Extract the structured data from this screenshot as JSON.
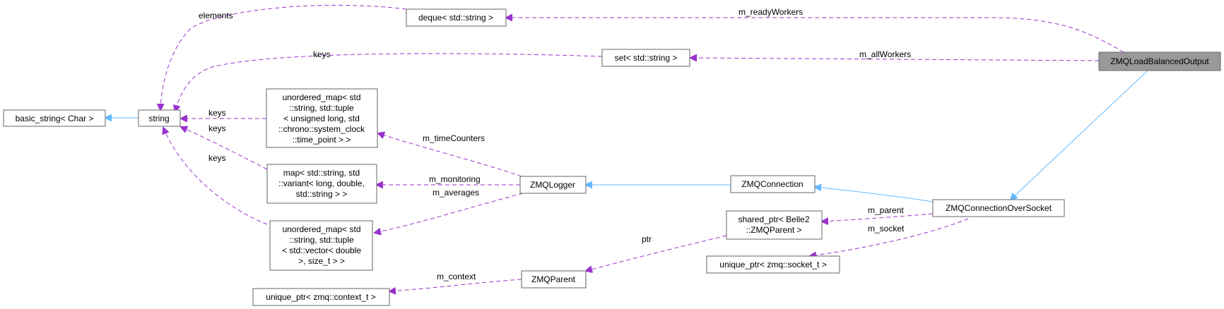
{
  "nodes": {
    "basic_string": {
      "lines": [
        "basic_string< Char >"
      ]
    },
    "string": {
      "lines": [
        "string"
      ]
    },
    "deque": {
      "lines": [
        "deque< std::string >"
      ]
    },
    "set": {
      "lines": [
        "set< std::string >"
      ]
    },
    "unordered_map_time": {
      "lines": [
        "unordered_map< std",
        "::string, std::tuple",
        "< unsigned long, std",
        "::chrono::system_clock",
        "::time_point > >"
      ]
    },
    "map_variant": {
      "lines": [
        "map< std::string, std",
        "::variant< long, double,",
        "std::string > >"
      ]
    },
    "unordered_map_avg": {
      "lines": [
        "unordered_map< std",
        "::string, std::tuple",
        "< std::vector< double",
        ">, size_t > >"
      ]
    },
    "unique_ptr_context": {
      "lines": [
        "unique_ptr< zmq::context_t >"
      ]
    },
    "zmqlogger": {
      "lines": [
        "ZMQLogger"
      ]
    },
    "zmqparent": {
      "lines": [
        "ZMQParent"
      ]
    },
    "zmqconnection": {
      "lines": [
        "ZMQConnection"
      ]
    },
    "shared_ptr_parent": {
      "lines": [
        "shared_ptr< Belle2",
        "::ZMQParent >"
      ]
    },
    "unique_ptr_socket": {
      "lines": [
        "unique_ptr< zmq::socket_t >"
      ]
    },
    "zmqconnectionoversocket": {
      "lines": [
        "ZMQConnectionOverSocket"
      ]
    },
    "zmqloadbalancedoutput": {
      "lines": [
        "ZMQLoadBalancedOutput"
      ]
    }
  },
  "edge_labels": {
    "elements": "elements",
    "keys_set": "keys",
    "keys_umap_time": "keys",
    "keys_map": "keys",
    "keys_umap_avg": "keys",
    "m_readyWorkers": "m_readyWorkers",
    "m_allWorkers": "m_allWorkers",
    "m_timeCounters": "m_timeCounters",
    "m_monitoring": "m_monitoring",
    "m_averages": "m_averages",
    "m_context": "m_context",
    "ptr": "ptr",
    "m_parent": "m_parent",
    "m_socket": "m_socket"
  },
  "colors": {
    "usage_edge": "#9a32cd",
    "inheritance_edge": "#63b8ff",
    "focus_node_fill": "#999999",
    "node_border": "#666666"
  }
}
